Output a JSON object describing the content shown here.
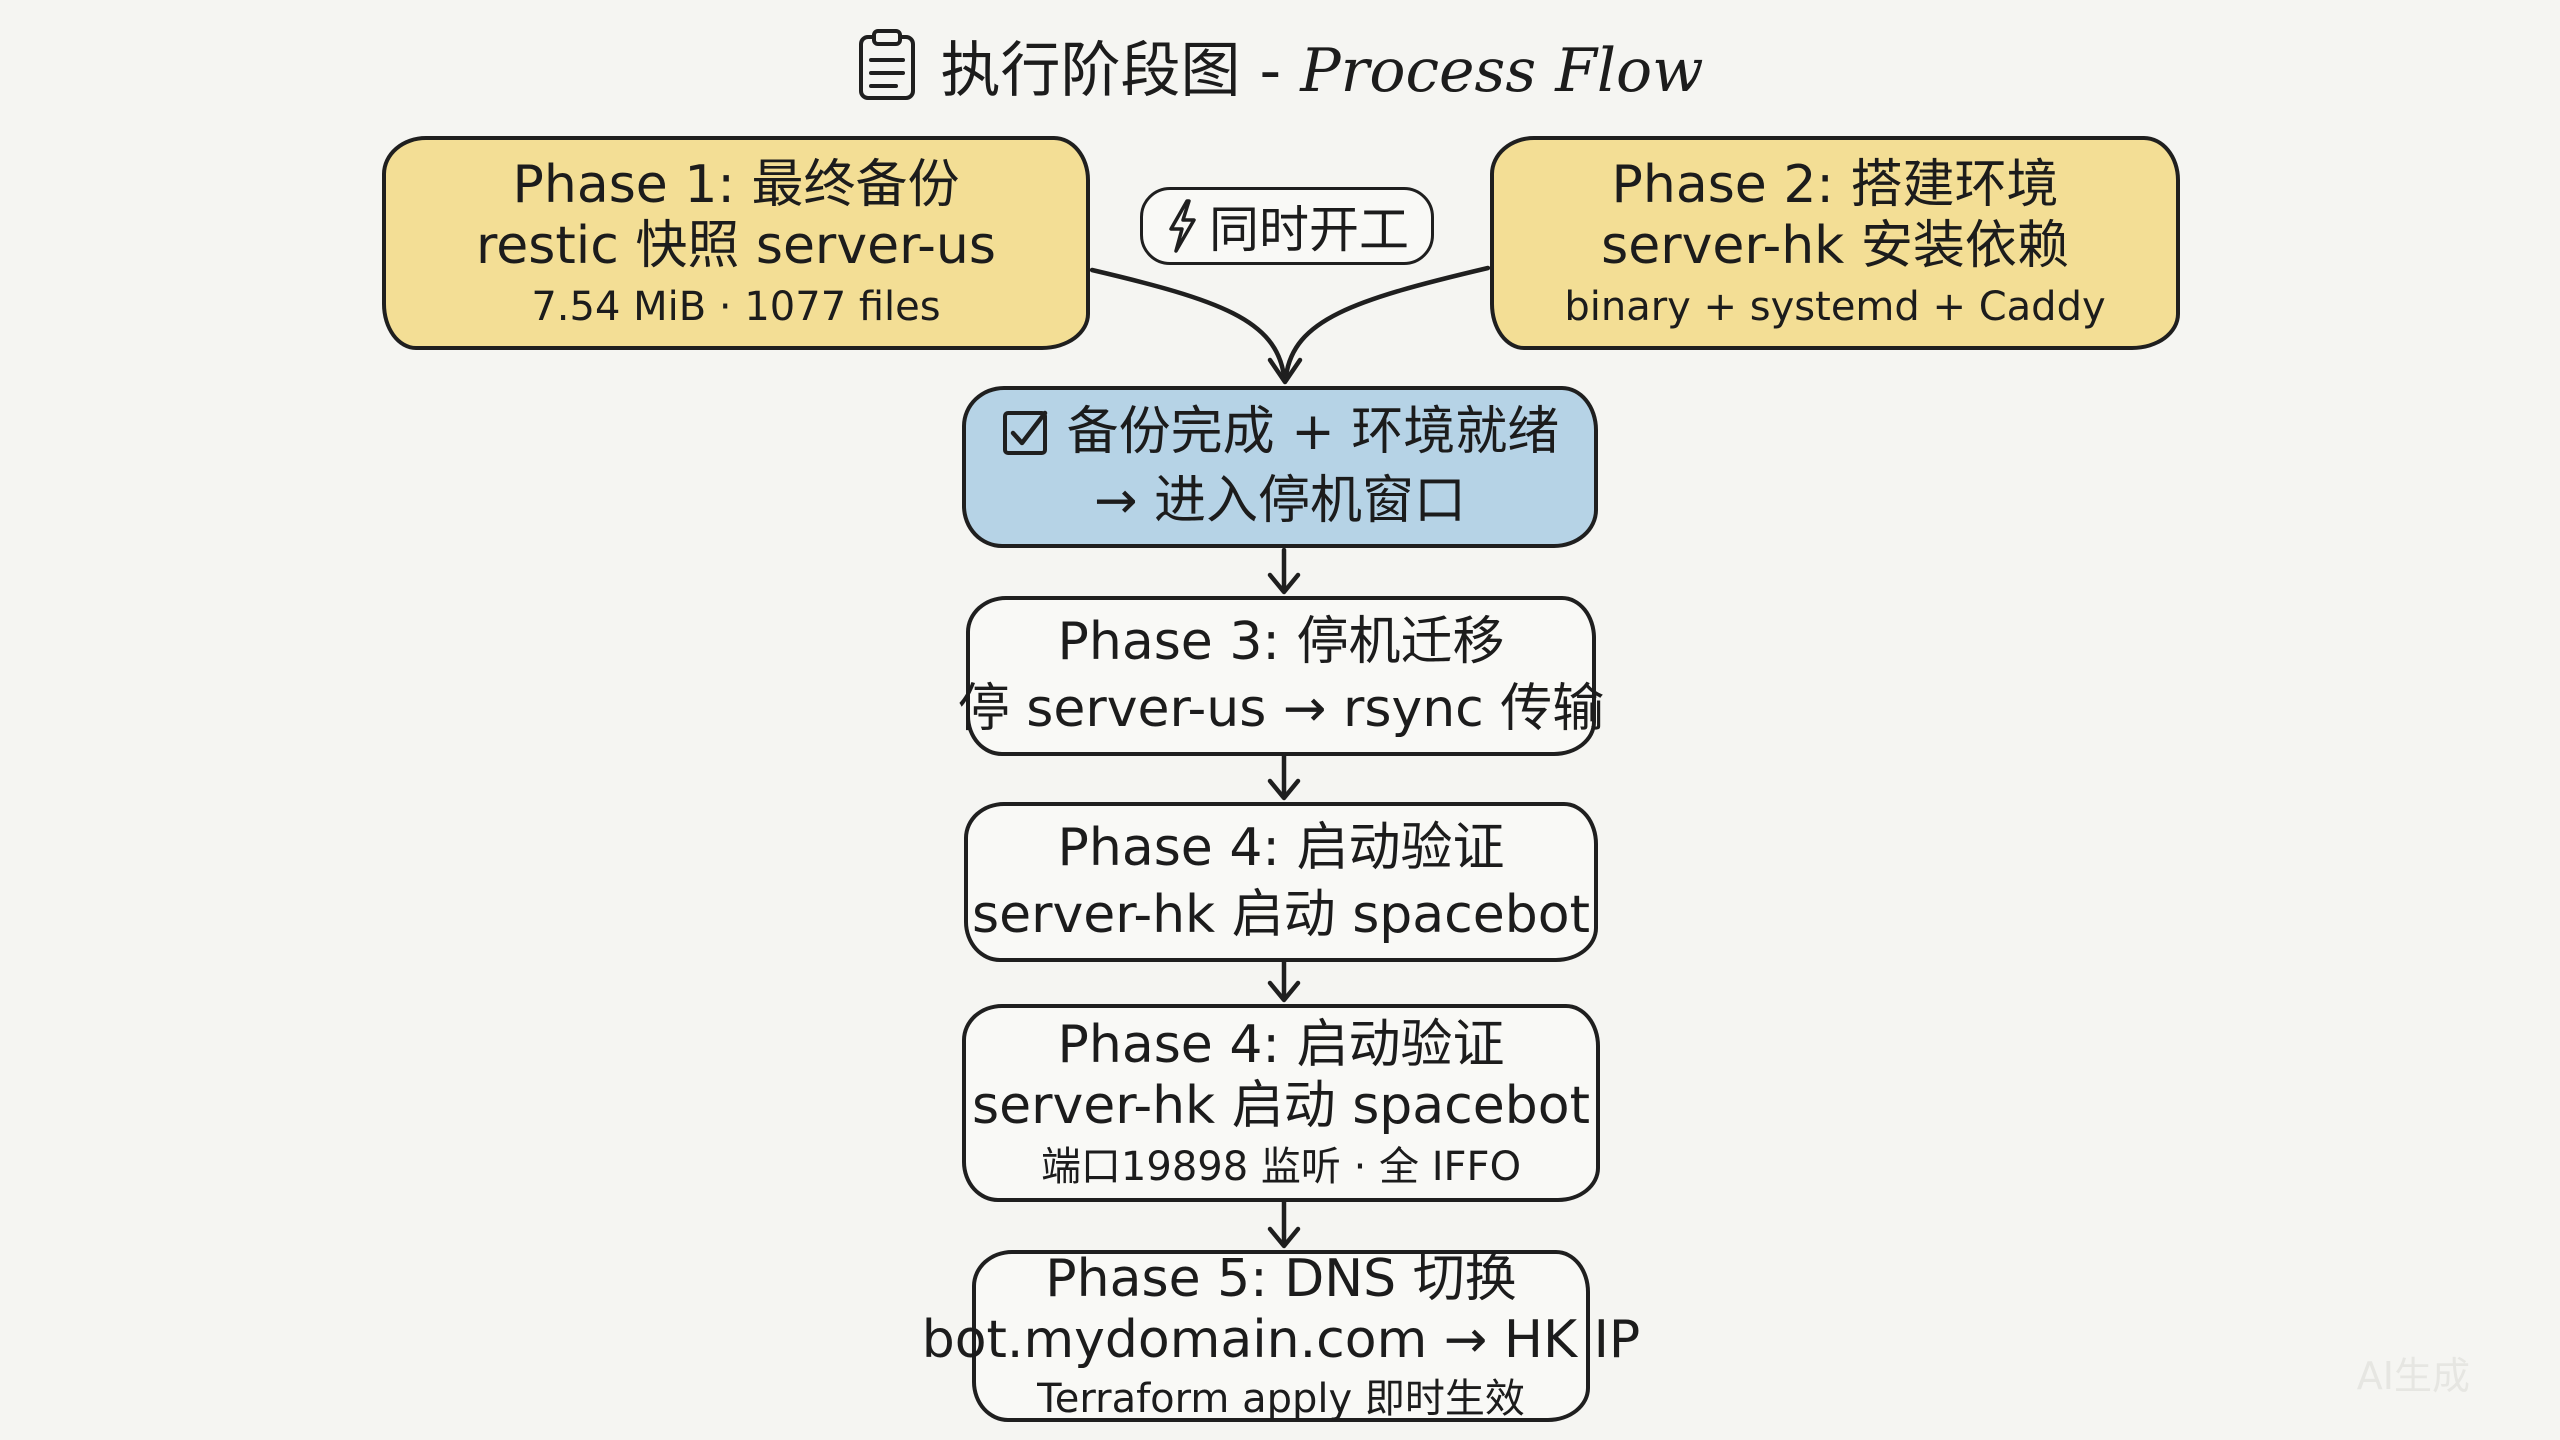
{
  "title": {
    "text": "执行阶段图",
    "dash": " - ",
    "text_en": "Process Flow",
    "icon": "clipboard-icon"
  },
  "parallel_badge": {
    "icon": "lightning-icon",
    "label": "同时开工"
  },
  "phase1": {
    "line1": "Phase 1: 最终备份",
    "line2": "restic 快照 server-us",
    "line3": "7.54 MiB · 1077 files"
  },
  "phase2": {
    "line1": "Phase 2: 搭建环境",
    "line2": "server-hk 安装依赖",
    "line3": "binary + systemd + Caddy"
  },
  "checkpoint": {
    "icon": "checkbox-icon",
    "line1": "备份完成 + 环境就绪",
    "line2": "→ 进入停机窗口"
  },
  "phase3": {
    "line1": "Phase 3: 停机迁移",
    "line2": "停 server-us → rsync 传输"
  },
  "phase4a": {
    "line1": "Phase 4: 启动验证",
    "line2": "server-hk 启动 spacebot"
  },
  "phase4b": {
    "line1": "Phase 4: 启动验证",
    "line2": "server-hk 启动 spacebot",
    "line3": "端口19898  监听 · 全 IFFO"
  },
  "phase5": {
    "line1": "Phase 5: DNS 切换",
    "line2": "bot.mydomain.com → HK IP",
    "line3": "Terraform apply   即时生效"
  },
  "watermark": "AI生成",
  "colors": {
    "yellow": "#f3de95",
    "blue": "#b6d3e6",
    "white": "#f9f9f6",
    "ink": "#1f1f1f"
  }
}
